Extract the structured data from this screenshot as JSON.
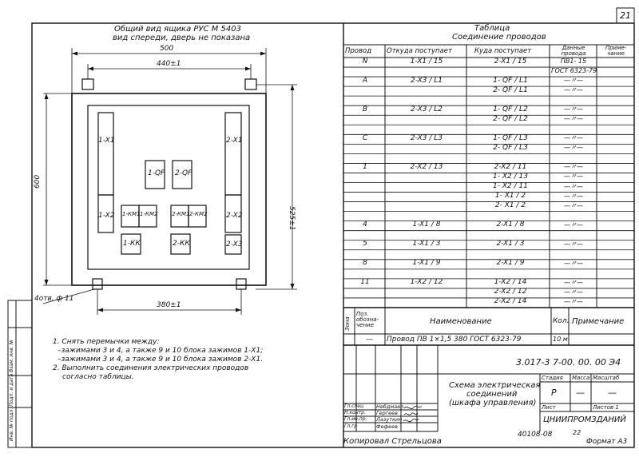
{
  "sheet": {
    "number": "21",
    "side_stamp": "Инв. № подл.   Подп. и дата   Взам. инв. №",
    "format": "Формат А3",
    "copied": "Копировал Стрельцова",
    "order_no": "40108-08",
    "order_tail": "22"
  },
  "drawing": {
    "title_line1": "Общий вид ящика РУС М 5403",
    "title_line2": "вид спереди, дверь не показана",
    "dim_500": "500",
    "dim_440": "440±1",
    "dim_600": "600",
    "dim_525": "525±1",
    "dim_380": "380±1",
    "holes_note": "4отв. ф 11",
    "blocks": {
      "x1": "1-X1",
      "x2": "1-X2",
      "km1": "1-КМ1",
      "km2": "1-КМ2",
      "kk1": "1-КК",
      "qf1": "1-QF",
      "qf2": "2-QF",
      "x1b": "2-X1",
      "km1b": "2-КМ1",
      "km2b": "2-КМ2",
      "x2b": "2-X2",
      "kk2": "2-КК",
      "x3b": "2-X3"
    }
  },
  "notes": {
    "n1": "1. Снять перемычки между:",
    "n1a": "–зажимами 3 и 4, а также 9 и 10 блока зажимов 1-Х1;",
    "n1b": "–зажимами 3 и 4, а также 9 и 10 блока зажимов 2-Х1.",
    "n2": "2. Выполнить соединения электрических проводов",
    "n2b": "согласно таблицы."
  },
  "wire_table": {
    "title1": "Таблица",
    "title2": "Соединение проводов",
    "headers": [
      "Провод",
      "Откуда поступает",
      "Куда поступает",
      "Данные провода",
      "Приме-чание"
    ],
    "rows": [
      {
        "wire": "N",
        "from": "1-X1 / 15",
        "to": "2-X1 / 15",
        "data": "ПВ1- 15",
        "note": ""
      },
      {
        "wire": "",
        "from": "",
        "to": "",
        "data": "ГОСТ 6323-79",
        "note": ""
      },
      {
        "wire": "А",
        "from": "2-X3 / L1",
        "to": "1- QF / L1",
        "data": "—〃—",
        "note": ""
      },
      {
        "wire": "",
        "from": "",
        "to": "2- QF / L1",
        "data": "—〃—",
        "note": ""
      },
      {
        "wire": "",
        "from": "",
        "to": "",
        "data": "",
        "note": ""
      },
      {
        "wire": "В",
        "from": "2-X3 / L2",
        "to": "1- QF / L2",
        "data": "—〃—",
        "note": ""
      },
      {
        "wire": "",
        "from": "",
        "to": "2- QF / L2",
        "data": "—〃—",
        "note": ""
      },
      {
        "wire": "",
        "from": "",
        "to": "",
        "data": "",
        "note": ""
      },
      {
        "wire": "С",
        "from": "2-X3 / L3",
        "to": "1- QF / L3",
        "data": "—〃—",
        "note": ""
      },
      {
        "wire": "",
        "from": "",
        "to": "2- QF / L3",
        "data": "—〃—",
        "note": ""
      },
      {
        "wire": "",
        "from": "",
        "to": "",
        "data": "",
        "note": ""
      },
      {
        "wire": "1",
        "from": "2-X2 / 13",
        "to": "2-X2 / 11",
        "data": "—〃—",
        "note": ""
      },
      {
        "wire": "",
        "from": "",
        "to": "1- X2 / 13",
        "data": "—〃—",
        "note": ""
      },
      {
        "wire": "",
        "from": "",
        "to": "1- X2 / 11",
        "data": "—〃—",
        "note": ""
      },
      {
        "wire": "",
        "from": "",
        "to": "1- X1 / 2",
        "data": "—〃—",
        "note": ""
      },
      {
        "wire": "",
        "from": "",
        "to": "2- X1 / 2",
        "data": "—〃—",
        "note": ""
      },
      {
        "wire": "",
        "from": "",
        "to": "",
        "data": "",
        "note": ""
      },
      {
        "wire": "4",
        "from": "1-X1 / 8",
        "to": "2-X1 / 8",
        "data": "—〃—",
        "note": ""
      },
      {
        "wire": "",
        "from": "",
        "to": "",
        "data": "",
        "note": ""
      },
      {
        "wire": "5",
        "from": "1-X1 / 3",
        "to": "2-X1 / 3",
        "data": "—〃—",
        "note": ""
      },
      {
        "wire": "",
        "from": "",
        "to": "",
        "data": "",
        "note": ""
      },
      {
        "wire": "8",
        "from": "1-X1 / 9",
        "to": "2-X1 / 9",
        "data": "—〃—",
        "note": ""
      },
      {
        "wire": "",
        "from": "",
        "to": "",
        "data": "",
        "note": ""
      },
      {
        "wire": "11",
        "from": "1-X2 / 12",
        "to": "1-X2 / 14",
        "data": "—〃—",
        "note": ""
      },
      {
        "wire": "",
        "from": "",
        "to": "2-X2 / 12",
        "data": "—〃—",
        "note": ""
      },
      {
        "wire": "",
        "from": "",
        "to": "2-X2 / 14",
        "data": "—〃—",
        "note": ""
      }
    ]
  },
  "spec_table": {
    "h_zone": "Зона",
    "h_pos": "Поз. обозна-чение",
    "h_name": "Наименование",
    "h_qty": "Кол.",
    "h_note": "Примечание",
    "row_pos": "—",
    "row_name": "Провод ПВ 1×1,5 380 ГОСТ 6323-79",
    "row_qty": "10 м"
  },
  "title_block": {
    "code": "3.017-3 7-00. 00. 00 Э4",
    "name1": "Схема электрическая",
    "name2": "соединений",
    "name3": "(шкафа управления)",
    "h_stage": "Стадия",
    "h_mass": "Масса",
    "h_scale": "Масштаб",
    "stage": "Р",
    "mass": "—",
    "scale": "—",
    "sheet_label": "Лист",
    "sheets_label": "Листов 1",
    "org": "ЦНИИПРОМЗДАНИЙ",
    "signers": [
      {
        "role": "Гл.спец",
        "name": "Небдмаер"
      },
      {
        "role": "Н.контр.",
        "name": "Гергеев"
      },
      {
        "role": "Гл.ин.пр.",
        "name": "Лазуткин"
      },
      {
        "role": "Гл.гр",
        "name": "Фефеев"
      }
    ]
  }
}
